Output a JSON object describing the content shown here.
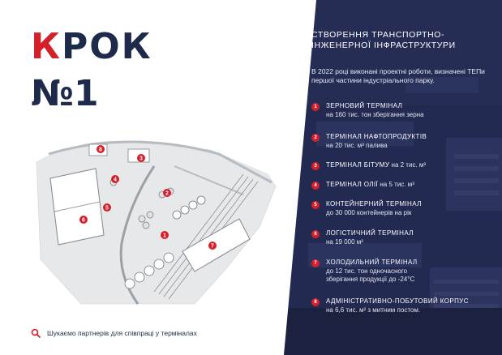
{
  "title": {
    "accent_letter": "К",
    "rest": "РОК",
    "line2": "№1"
  },
  "footer": {
    "text": "Шукаємо партнерів для співпраці у терміналах"
  },
  "panel": {
    "heading_line1": "СТВОРЕННЯ ТРАНСПОРТНО-",
    "heading_line2": "ІНЖЕНЕРНОЇ ІНФРАСТРУКТУРИ",
    "intro": "В 2022 році виконані проектні роботи, визначені ТЕПи першої частини індустріального парку."
  },
  "items": [
    {
      "num": "1",
      "title": "ЗЕРНОВИЙ ТЕРМІНАЛ",
      "sub": "на 160 тис. тон зберігання зерна",
      "sub2": ""
    },
    {
      "num": "2",
      "title": "ТЕРМІНАЛ НАФТОПРОДУКТІВ",
      "sub": "на 20 тис. м³ палива",
      "sub2": ""
    },
    {
      "num": "3",
      "title": "ТЕРМІНАЛ БІТУМУ",
      "sub": "на 2 тис. м³",
      "sub2": ""
    },
    {
      "num": "4",
      "title": "ТЕРМІНАЛ ОЛІЇ",
      "sub": "на 5 тис. м³",
      "sub2": ""
    },
    {
      "num": "5",
      "title": "КОНТЕЙНЕРНИЙ ТЕРМІНАЛ",
      "sub": "до 30 000 контейнерів на рік",
      "sub2": ""
    },
    {
      "num": "6",
      "title": "ЛОГІСТИЧНИЙ ТЕРМІНАЛ",
      "sub": "на 19 000 м²",
      "sub2": ""
    },
    {
      "num": "7",
      "title": "ХОЛОДИЛЬНИЙ ТЕРМІНАЛ",
      "sub": "до 12 тис. тон одночасного",
      "sub2": "зберігання продукції до -24°С"
    },
    {
      "num": "8",
      "title": "АДМІНІСТРАТИВНО-ПОБУТОВИЙ КОРПУС",
      "sub": "на 6,6 тис. м² з митним постом.",
      "sub2": ""
    }
  ],
  "map_markers": [
    "1",
    "2",
    "3",
    "4",
    "5",
    "6",
    "7",
    "8"
  ],
  "colors": {
    "accent": "#d3202a",
    "navy": "#1e2a4a",
    "panel": "#222a4e"
  }
}
